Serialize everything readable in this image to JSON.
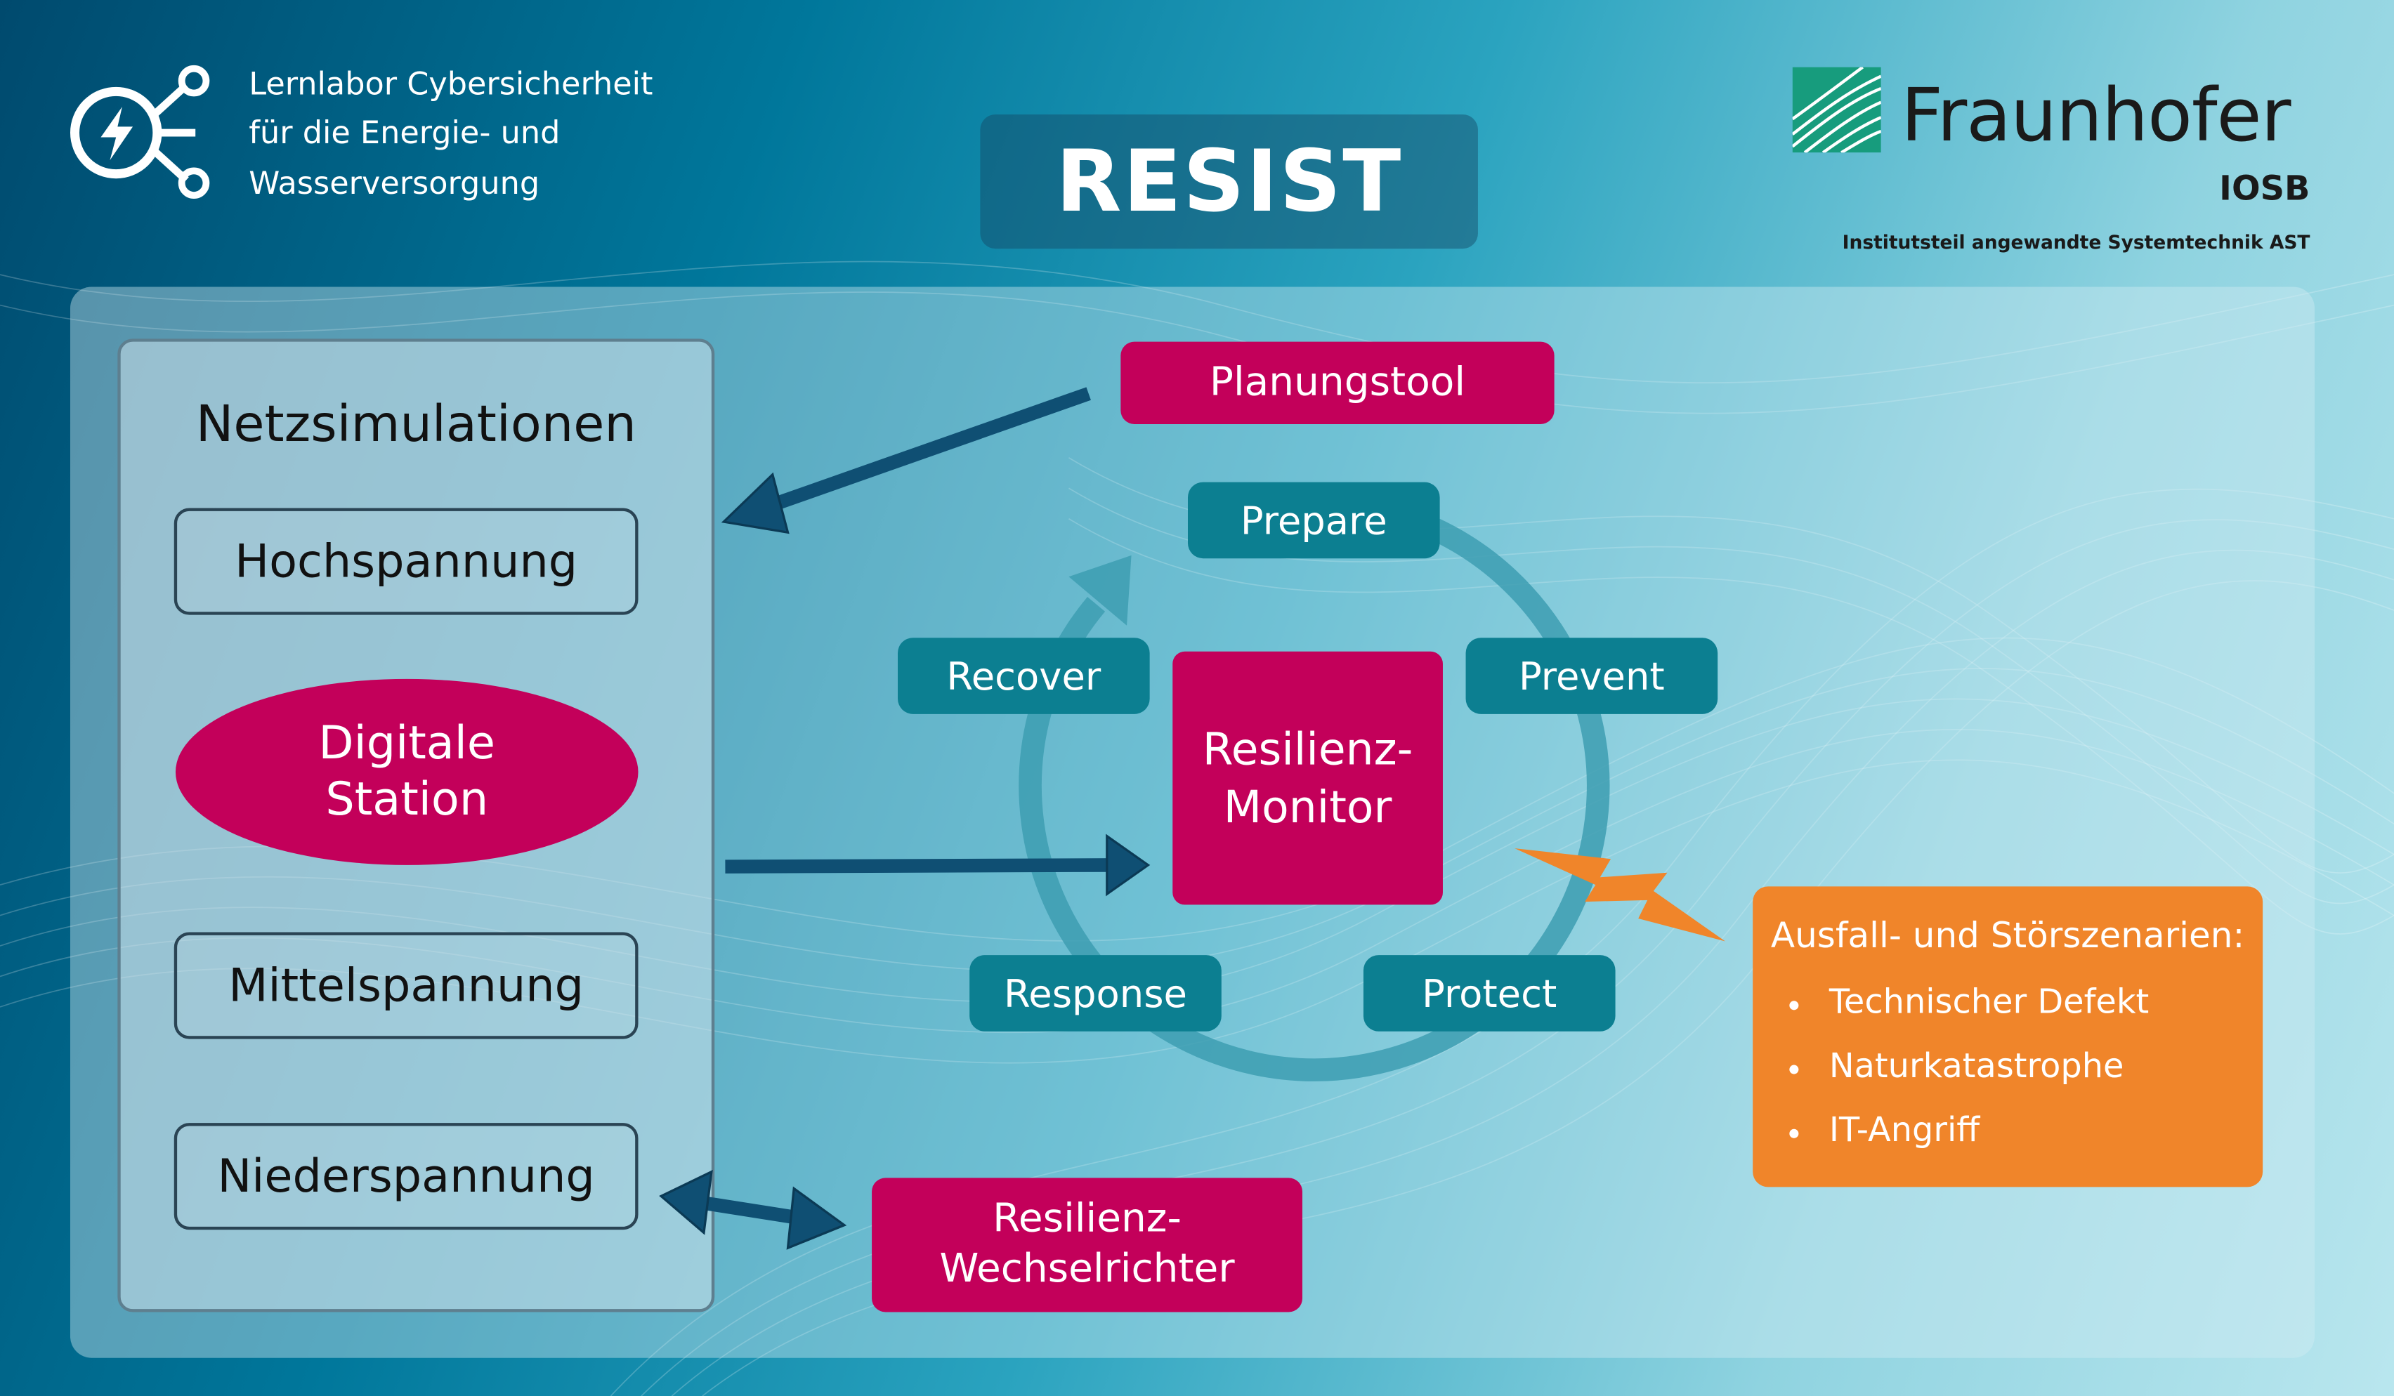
{
  "header": {
    "lab_line1": "Lernlabor Cybersicherheit",
    "lab_line2": "für die Energie- und",
    "lab_line3": "Wasserversorgung",
    "project_title": "RESIST"
  },
  "institute": {
    "name": "Fraunhofer",
    "unit": "IOSB",
    "subtitle": "Institutsteil angewandte Systemtechnik AST"
  },
  "netzsimulationen": {
    "title": "Netzsimulationen",
    "hochspannung": "Hochspannung",
    "digitale_line1": "Digitale",
    "digitale_line2": "Station",
    "mittelspannung": "Mittelspannung",
    "niederspannung": "Niederspannung"
  },
  "tools": {
    "planungstool": "Planungstool",
    "wechselrichter_line1": "Resilienz-",
    "wechselrichter_line2": "Wechselrichter"
  },
  "cycle": {
    "monitor_line1": "Resilienz-",
    "monitor_line2": "Monitor",
    "prepare": "Prepare",
    "prevent": "Prevent",
    "protect": "Protect",
    "response": "Response",
    "recover": "Recover"
  },
  "scenarios": {
    "title": "Ausfall- und Störszenarien:",
    "items": [
      "Technischer Defekt",
      "Naturkatastrophe",
      "IT-Angriff"
    ]
  },
  "colors": {
    "magenta": "#c3005a",
    "teal": "#0c7f91",
    "orange": "#f0852a",
    "arrow": "#0f4f73",
    "fraunhofer_green": "#179c7d"
  }
}
